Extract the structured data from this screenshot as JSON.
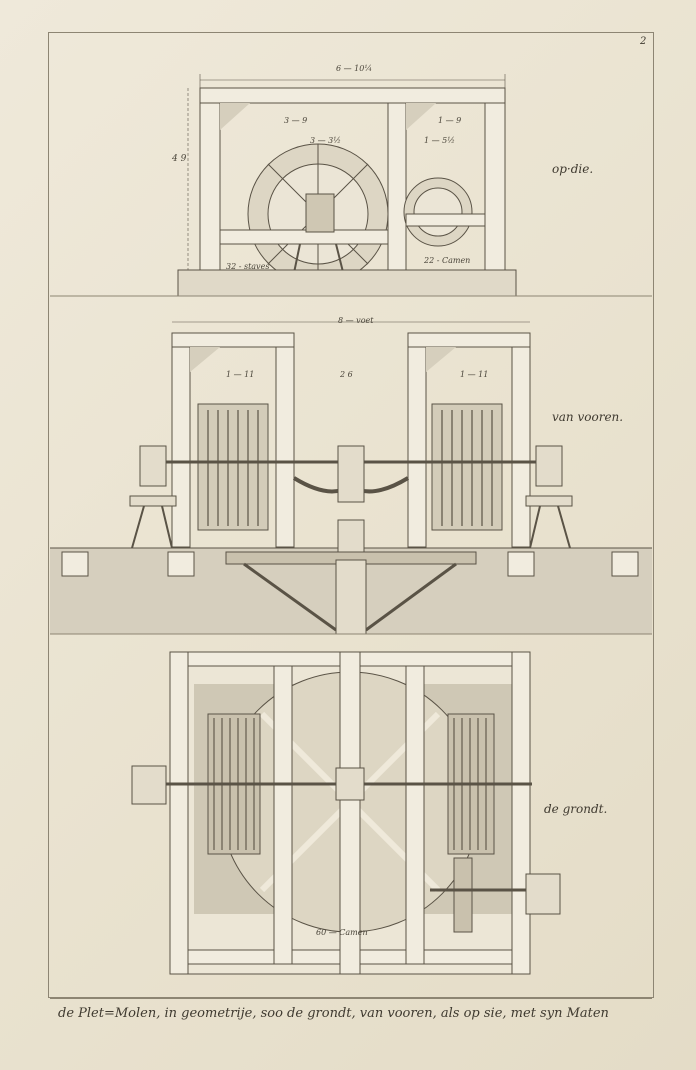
{
  "sheet_number": "2",
  "caption": "de Plet=Molen, in geometrije, soo de grondt, van vooren, als op sie, met syn Maten",
  "section_top": {
    "title": "op·die.",
    "dims": {
      "total_width": "6 — 10¼",
      "left_span": "3 — 9",
      "right_span": "1 — 9",
      "wheel": "3 — 3½",
      "pinion": "1 — 5½",
      "height": "4 9"
    },
    "labels": {
      "staves": "32 - staves",
      "cams": "22 - Camen"
    }
  },
  "section_mid": {
    "title": "van vooren.",
    "dims": {
      "total_width": "8 — voet",
      "left_frame": "1 — 11",
      "center": "2 6",
      "right_frame": "1 — 11"
    }
  },
  "section_bottom": {
    "title": "de grondt.",
    "labels": {
      "cams": "60 — Camen"
    }
  }
}
